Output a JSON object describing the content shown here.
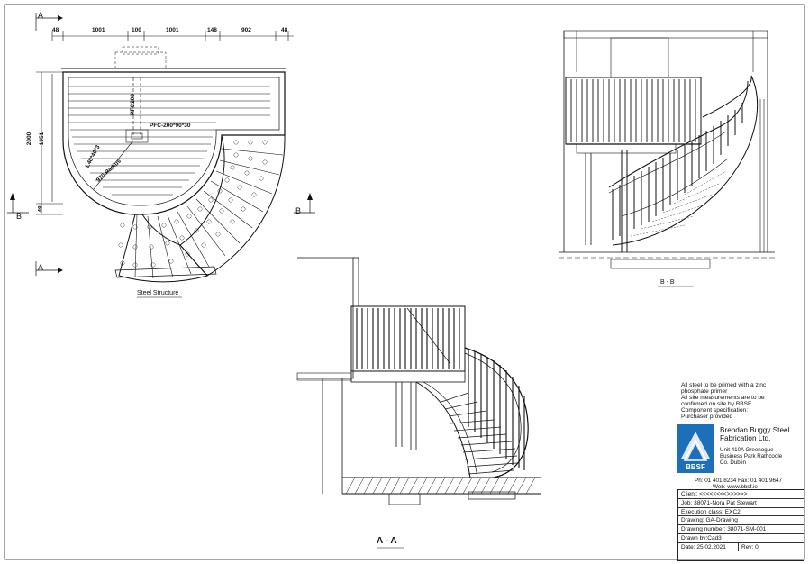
{
  "plan": {
    "dims_top": [
      "48",
      "1001",
      "100",
      "1001",
      "148",
      "902",
      "48"
    ],
    "dims_left": [
      "2000",
      "1951",
      "48"
    ],
    "labels": {
      "pfc": "PFC-200*90*30",
      "pfc_vertical": "PFC200",
      "angle": "L40*40*3",
      "radius": "970 Radius"
    },
    "section_marks": {
      "a": "A",
      "b": "B"
    },
    "caption": "Steel Structure"
  },
  "views": {
    "bb_caption": "B - B",
    "aa_caption": "A - A"
  },
  "notes": [
    "All steel to be primed with a zinc",
    "phosphate primer",
    "All site measurements are to be",
    "confirmed on site by BBSF",
    "Component specification:",
    "Purchaser provided"
  ],
  "company": {
    "logo_text": "BBSF",
    "name_line1": "Brendan Buggy Steel",
    "name_line2": "Fabrication Ltd.",
    "address1": "Unit 410A Greenogue",
    "address2": "Business Park Rathcoole",
    "address3": "Co. Dublin",
    "phone": "Ph: 01 401 8234 Fax: 01 401 9647",
    "web": "Web:       www.bbsf.ie",
    "brand_color": "#1d6fb8"
  },
  "title_block": {
    "client": "Client: <<<<<<<<>>>>>>",
    "job": "Job: 38071-Nora Pat Stewart",
    "execution_class": "Execution class: EXC2",
    "drawing": "Drawing: GA-Drawing",
    "drawing_number": "Drawing number: 38071-SM-001",
    "drawn_by": "Drawn by:Cad3",
    "date": "Date: 25.02.2021",
    "revision": "Rev: 0"
  }
}
